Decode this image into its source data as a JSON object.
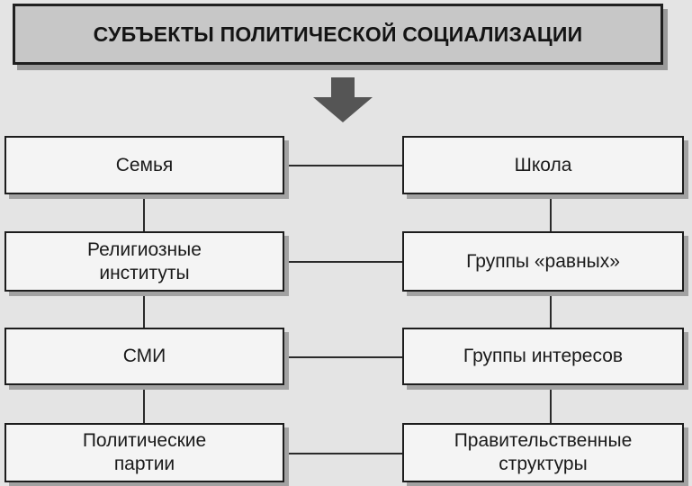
{
  "title": "СУБЪЕКТЫ ПОЛИТИЧЕСКОЙ СОЦИАЛИЗАЦИИ",
  "left": [
    {
      "label": "Семья"
    },
    {
      "label": "Религиозные\nинституты"
    },
    {
      "label": "СМИ"
    },
    {
      "label": "Политические\nпартии"
    }
  ],
  "right": [
    {
      "label": "Школа"
    },
    {
      "label": "Группы «равных»"
    },
    {
      "label": "Группы интересов"
    },
    {
      "label": "Правительственные\nструктуры"
    }
  ],
  "colors": {
    "header_fill": "#c7c7c7",
    "box_fill": "#f4f4f4",
    "stroke": "#1c1c1c",
    "arrow": "#555555"
  },
  "icons": {
    "arrow": "down-arrow-icon"
  }
}
